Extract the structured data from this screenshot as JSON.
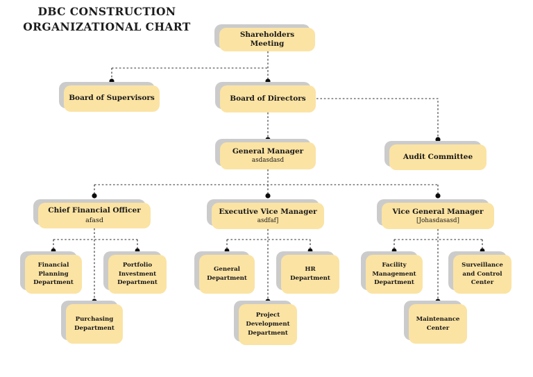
{
  "title": {
    "line1": "DBC CONSTRUCTION",
    "line2": "ORGANIZATIONAL CHART"
  },
  "colors": {
    "node_fill": "#FBE3A3",
    "node_shadow": "#CBCBCB",
    "connector": "#2b2b2b",
    "text": "#181818",
    "background": "#ffffff"
  },
  "nodes": {
    "shareholders_meeting": {
      "label": "Shareholders Meeting"
    },
    "board_of_supervisors": {
      "label": "Board of Supervisors"
    },
    "board_of_directors": {
      "label": "Board of Directors"
    },
    "general_manager": {
      "label": "General Manager",
      "sub": "asdasdasd"
    },
    "audit_committee": {
      "label": "Audit Committee"
    },
    "chief_financial_officer": {
      "label": "Chief Financial Officer",
      "suffix": "afasd"
    },
    "executive_vice_manager": {
      "label": "Executive Vice Manager",
      "sub": "asdfaf]"
    },
    "vice_general_manager": {
      "label": "Vice General Manager",
      "sub": "[Johasdasasd]"
    },
    "financial_planning": {
      "label": "Financial Planning Department"
    },
    "portfolio_investment": {
      "label": "Portfolio Investment Department"
    },
    "purchasing": {
      "label": "Purchasing Department"
    },
    "general_department": {
      "label": "General Department"
    },
    "hr_department": {
      "label": "HR Department"
    },
    "project_development": {
      "label": "Project Development Department"
    },
    "facility_management": {
      "label": "Facility Management Department"
    },
    "surveillance_control": {
      "label": "Surveillance and Control Center"
    },
    "maintenance_center": {
      "label": "Maintenance Center"
    }
  }
}
